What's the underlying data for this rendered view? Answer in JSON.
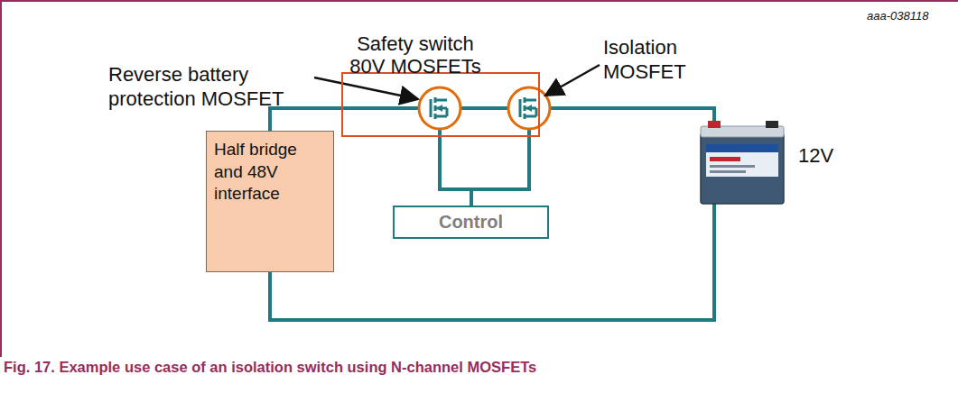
{
  "diagram": {
    "caption": "Fig. 17. Example use case of an isolation switch using N-channel MOSFETs",
    "nodes": [
      {
        "text": [
          "Safety switch",
          "80V MOSFETs"
        ]
      },
      {
        "text": [
          "Half bridge and 48V interface"
        ]
      },
      {
        "text": [
          "Control"
        ]
      }
    ],
    "edges": [
      {
        "from": 1,
        "to": 0,
        "arrow": "none"
      },
      {
        "from": 2,
        "to": 0,
        "arrow": "none"
      }
    ],
    "labels": [
      "aaa-038118",
      "Reverse battery protection MOSFET",
      "Isolation MOSFET",
      "12V"
    ]
  }
}
